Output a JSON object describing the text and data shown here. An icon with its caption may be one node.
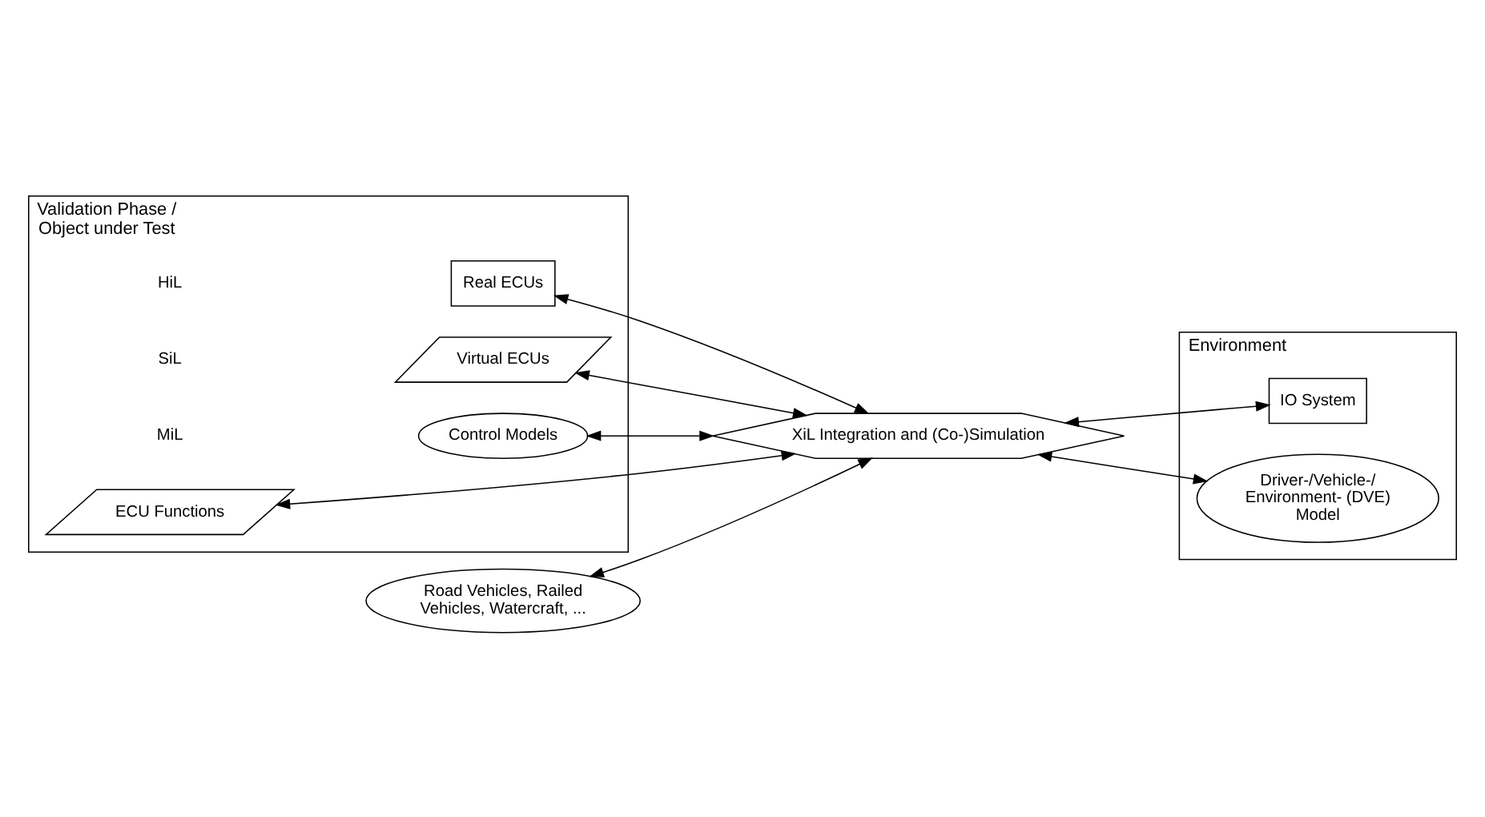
{
  "diagram": {
    "nodes": [
      {
        "text": [
          "Validation Phase / Object under Test"
        ]
      },
      {
        "text": [
          "Real ECUs"
        ],
        "in": 0
      },
      {
        "text": [
          "Virtual ECUs"
        ],
        "in": 0
      },
      {
        "text": [
          "ECU Functions"
        ],
        "in": 0
      },
      {
        "text": [
          "Control Models"
        ],
        "in": 0
      },
      {
        "text": [
          "Road Vehicles, Railed Vehicles, Watercraft, ..."
        ]
      },
      {
        "text": [
          "XiL Integration and (Co-)Simulation"
        ]
      },
      {
        "text": [
          "Environment"
        ]
      },
      {
        "text": [
          "IO System"
        ],
        "in": 7
      },
      {
        "text": [
          "Driver-/Vehicle-/ Environment- (DVE) Model"
        ],
        "in": 7
      }
    ],
    "edges": [
      {
        "from": 1,
        "to": 6,
        "arrow": "both"
      },
      {
        "from": 2,
        "to": 6,
        "arrow": "both"
      },
      {
        "from": 3,
        "to": 6,
        "arrow": "both"
      },
      {
        "from": 4,
        "to": 6,
        "arrow": "both"
      },
      {
        "from": 5,
        "to": 6,
        "arrow": "both"
      },
      {
        "from": 6,
        "to": 8,
        "arrow": "both"
      },
      {
        "from": 6,
        "to": 9,
        "arrow": "both"
      }
    ],
    "labels": [
      "HiL",
      "SiL",
      "MiL"
    ]
  }
}
